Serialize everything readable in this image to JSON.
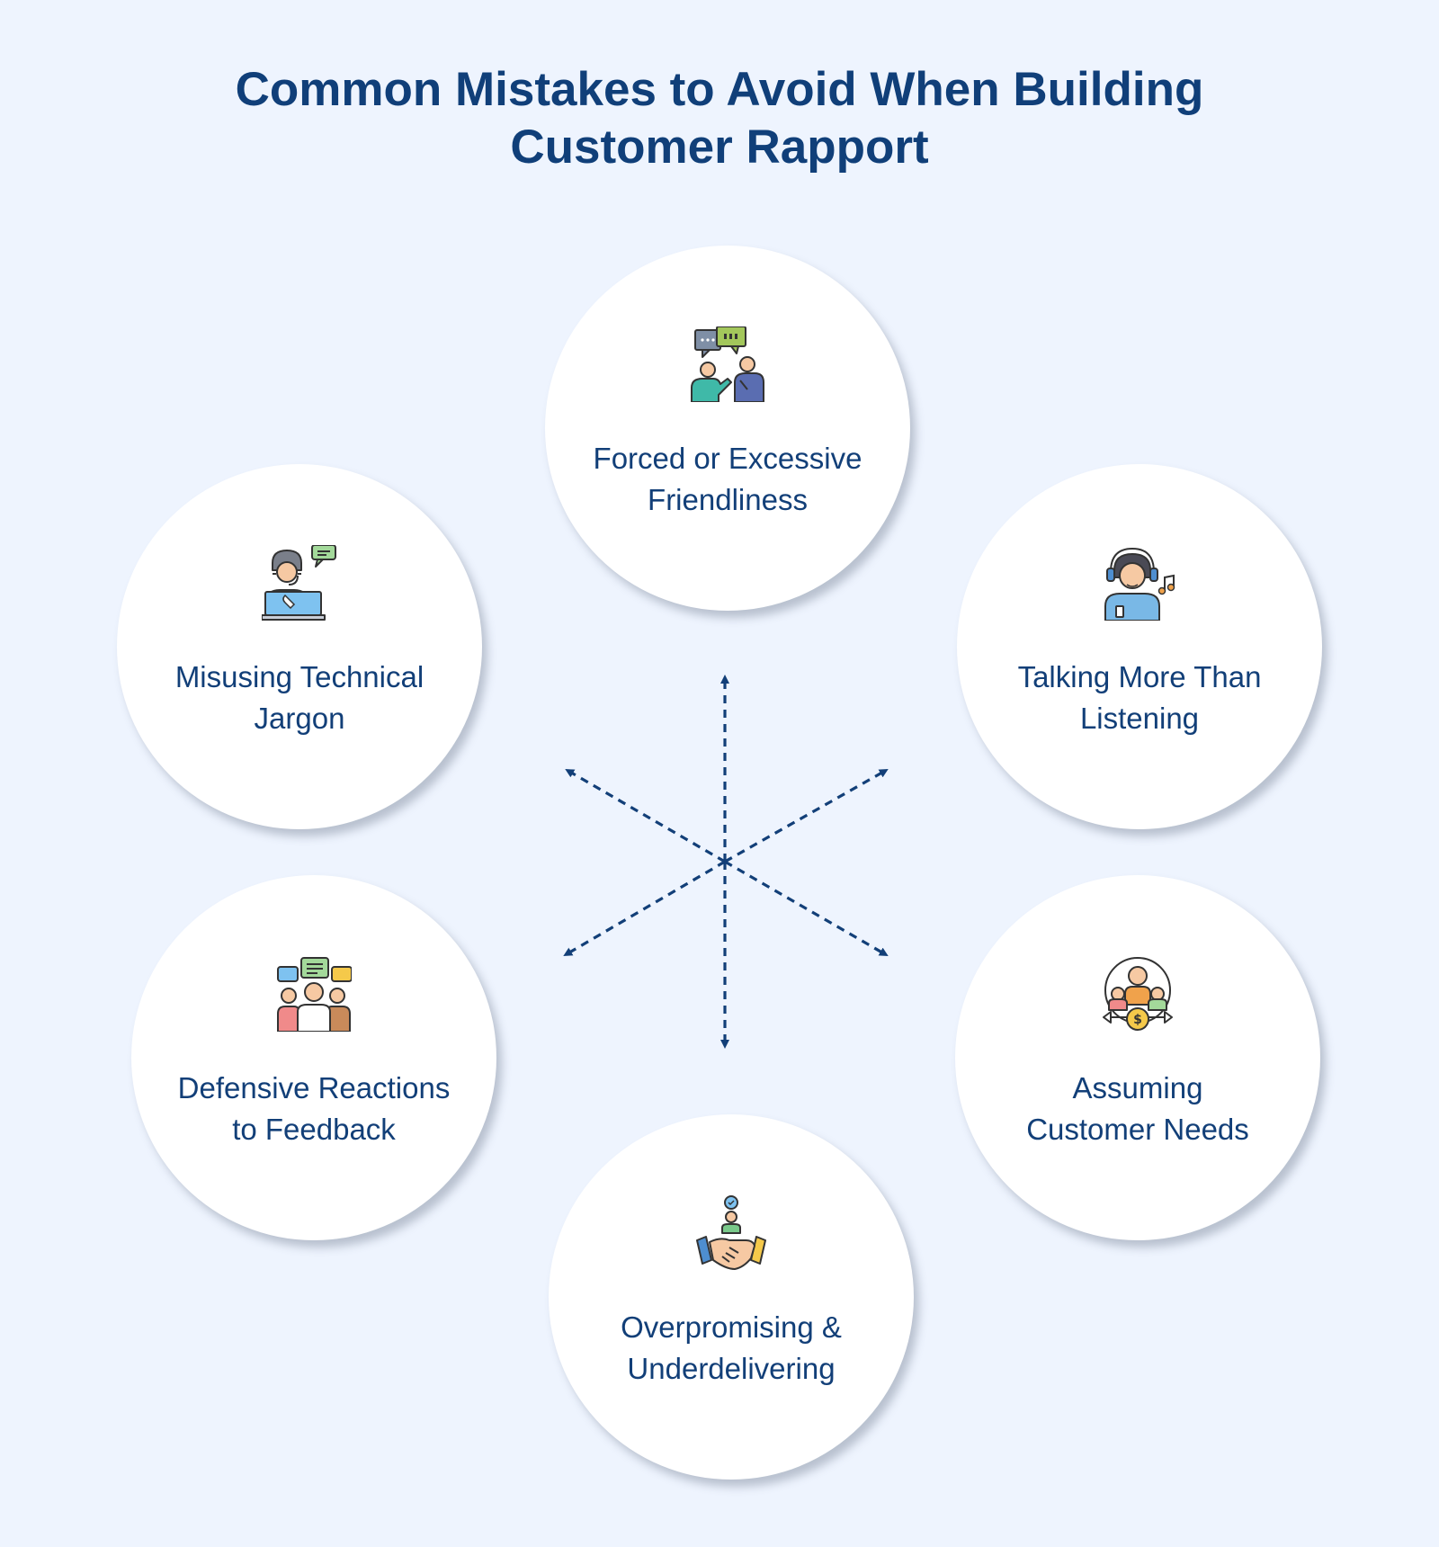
{
  "title": {
    "line1": "Common Mistakes to Avoid When Building",
    "line2": "Customer Rapport"
  },
  "colors": {
    "background": "#eef4fe",
    "title": "#103f79",
    "label": "#123f78",
    "arrow": "#123f78",
    "card": "#ffffff"
  },
  "items": [
    {
      "icon": "conversation-people-icon",
      "lines": [
        "Forced or Excessive",
        "Friendliness"
      ]
    },
    {
      "icon": "tech-support-agent-icon",
      "lines": [
        "Misusing Technical",
        "Jargon"
      ]
    },
    {
      "icon": "headset-agent-music-icon",
      "lines": [
        "Talking More Than",
        "Listening"
      ]
    },
    {
      "icon": "group-feedback-icon",
      "lines": [
        "Defensive Reactions",
        "to Feedback"
      ]
    },
    {
      "icon": "customer-group-money-icon",
      "lines": [
        "Assuming",
        "Customer Needs"
      ]
    },
    {
      "icon": "handshake-icon",
      "lines": [
        "Overpromising &",
        "Underdelivering"
      ]
    }
  ]
}
